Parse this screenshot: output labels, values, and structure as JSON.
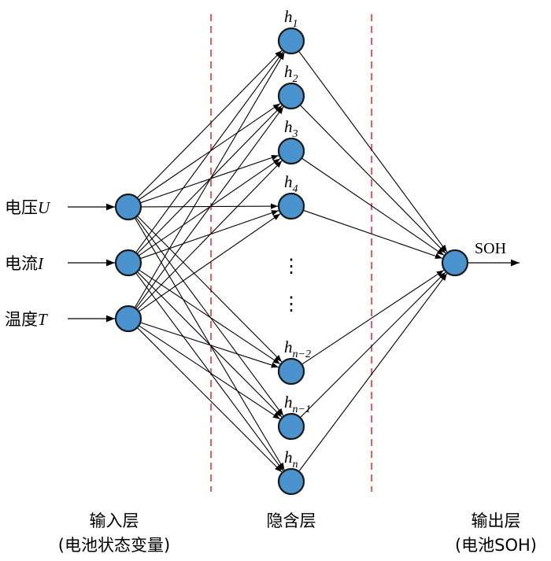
{
  "inputs": [
    {
      "id": "u",
      "name": "电压",
      "symbol": "U"
    },
    {
      "id": "i",
      "name": "电流",
      "symbol": "I"
    },
    {
      "id": "t",
      "name": "温度",
      "symbol": "T"
    }
  ],
  "hidden": [
    {
      "base": "h",
      "sub": "1"
    },
    {
      "base": "h",
      "sub": "2"
    },
    {
      "base": "h",
      "sub": "3"
    },
    {
      "base": "h",
      "sub": "4"
    },
    {
      "base": "h",
      "sub": "n−2"
    },
    {
      "base": "h",
      "sub": "n−1"
    },
    {
      "base": "h",
      "sub": "n"
    }
  ],
  "ellipsis": "⋮",
  "output_label": "SOH",
  "layers": {
    "input": {
      "title": "输入层",
      "subtitle": "(电池状态变量)"
    },
    "hidden": {
      "title": "隐含层"
    },
    "output": {
      "title": "输出层",
      "subtitle": "(电池SOH)"
    }
  },
  "colors": {
    "node_fill": "#4a93cf",
    "node_stroke": "#1a1a1a",
    "divider": "#e0282e",
    "line": "#000000"
  }
}
